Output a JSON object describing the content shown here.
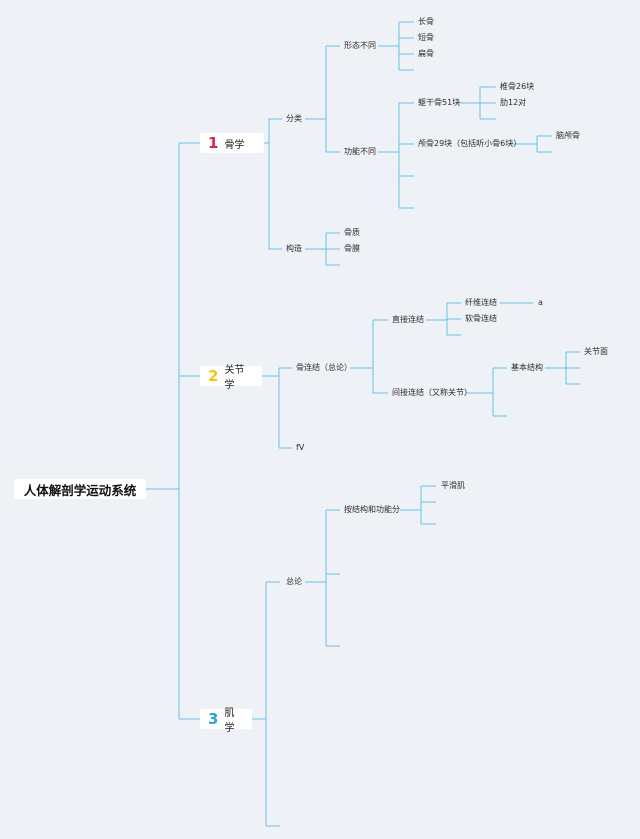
{
  "root": {
    "title": "人体解剖学运动系统"
  },
  "colors": {
    "line": "#68c0ea",
    "num1": "#d9273f",
    "num2": "#f2c416",
    "num3": "#2ba4d5"
  },
  "branches": [
    {
      "num": "1",
      "label": "骨学"
    },
    {
      "num": "2",
      "label": "关节学"
    },
    {
      "num": "3",
      "label": "肌学"
    }
  ],
  "nodes": {
    "fenlei": "分类",
    "xingtai": "形态不同",
    "changgu": "长骨",
    "duangu": "短骨",
    "biangu": "扁骨",
    "gongneng": "功能不同",
    "quganggu": "躯干骨51块",
    "zhuigu": "椎骨26块",
    "lei": "肋12对",
    "lugu": "颅骨29块（包括听小骨6块）",
    "naolugu": "脑颅骨",
    "gouzao": "构造",
    "guzhi": "骨质",
    "gumo": "骨膜",
    "gulianjie": "骨连结（总论）",
    "zhijie": "直接连结",
    "xianwei": "纤维连结",
    "ruangu": "软骨连结",
    "a_mark": "a",
    "jianjie": "间接连结（又称关节）",
    "jiben": "基本结构",
    "guanjiemian": "关节面",
    "fv": "fV",
    "zonglun": "总论",
    "anjiegou": "按结构和功能分",
    "pinghuaji": "平滑肌"
  }
}
